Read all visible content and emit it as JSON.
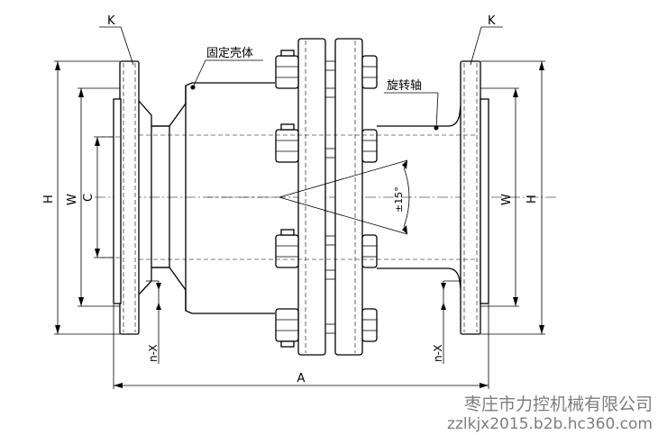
{
  "labels": {
    "housing": "固定壳体",
    "shaft": "旋转轴",
    "k_left": "K",
    "k_right": "K",
    "h_left": "H",
    "w_left": "W",
    "c_left": "C",
    "w_right": "W",
    "h_right": "H",
    "nx_left": "n-X",
    "nx_right": "n-X",
    "a": "A",
    "angle": "±15°"
  },
  "watermark": {
    "company": "枣庄市力控机械有限公司",
    "url": "zzlkjx2015.b2b.hc360.com"
  }
}
